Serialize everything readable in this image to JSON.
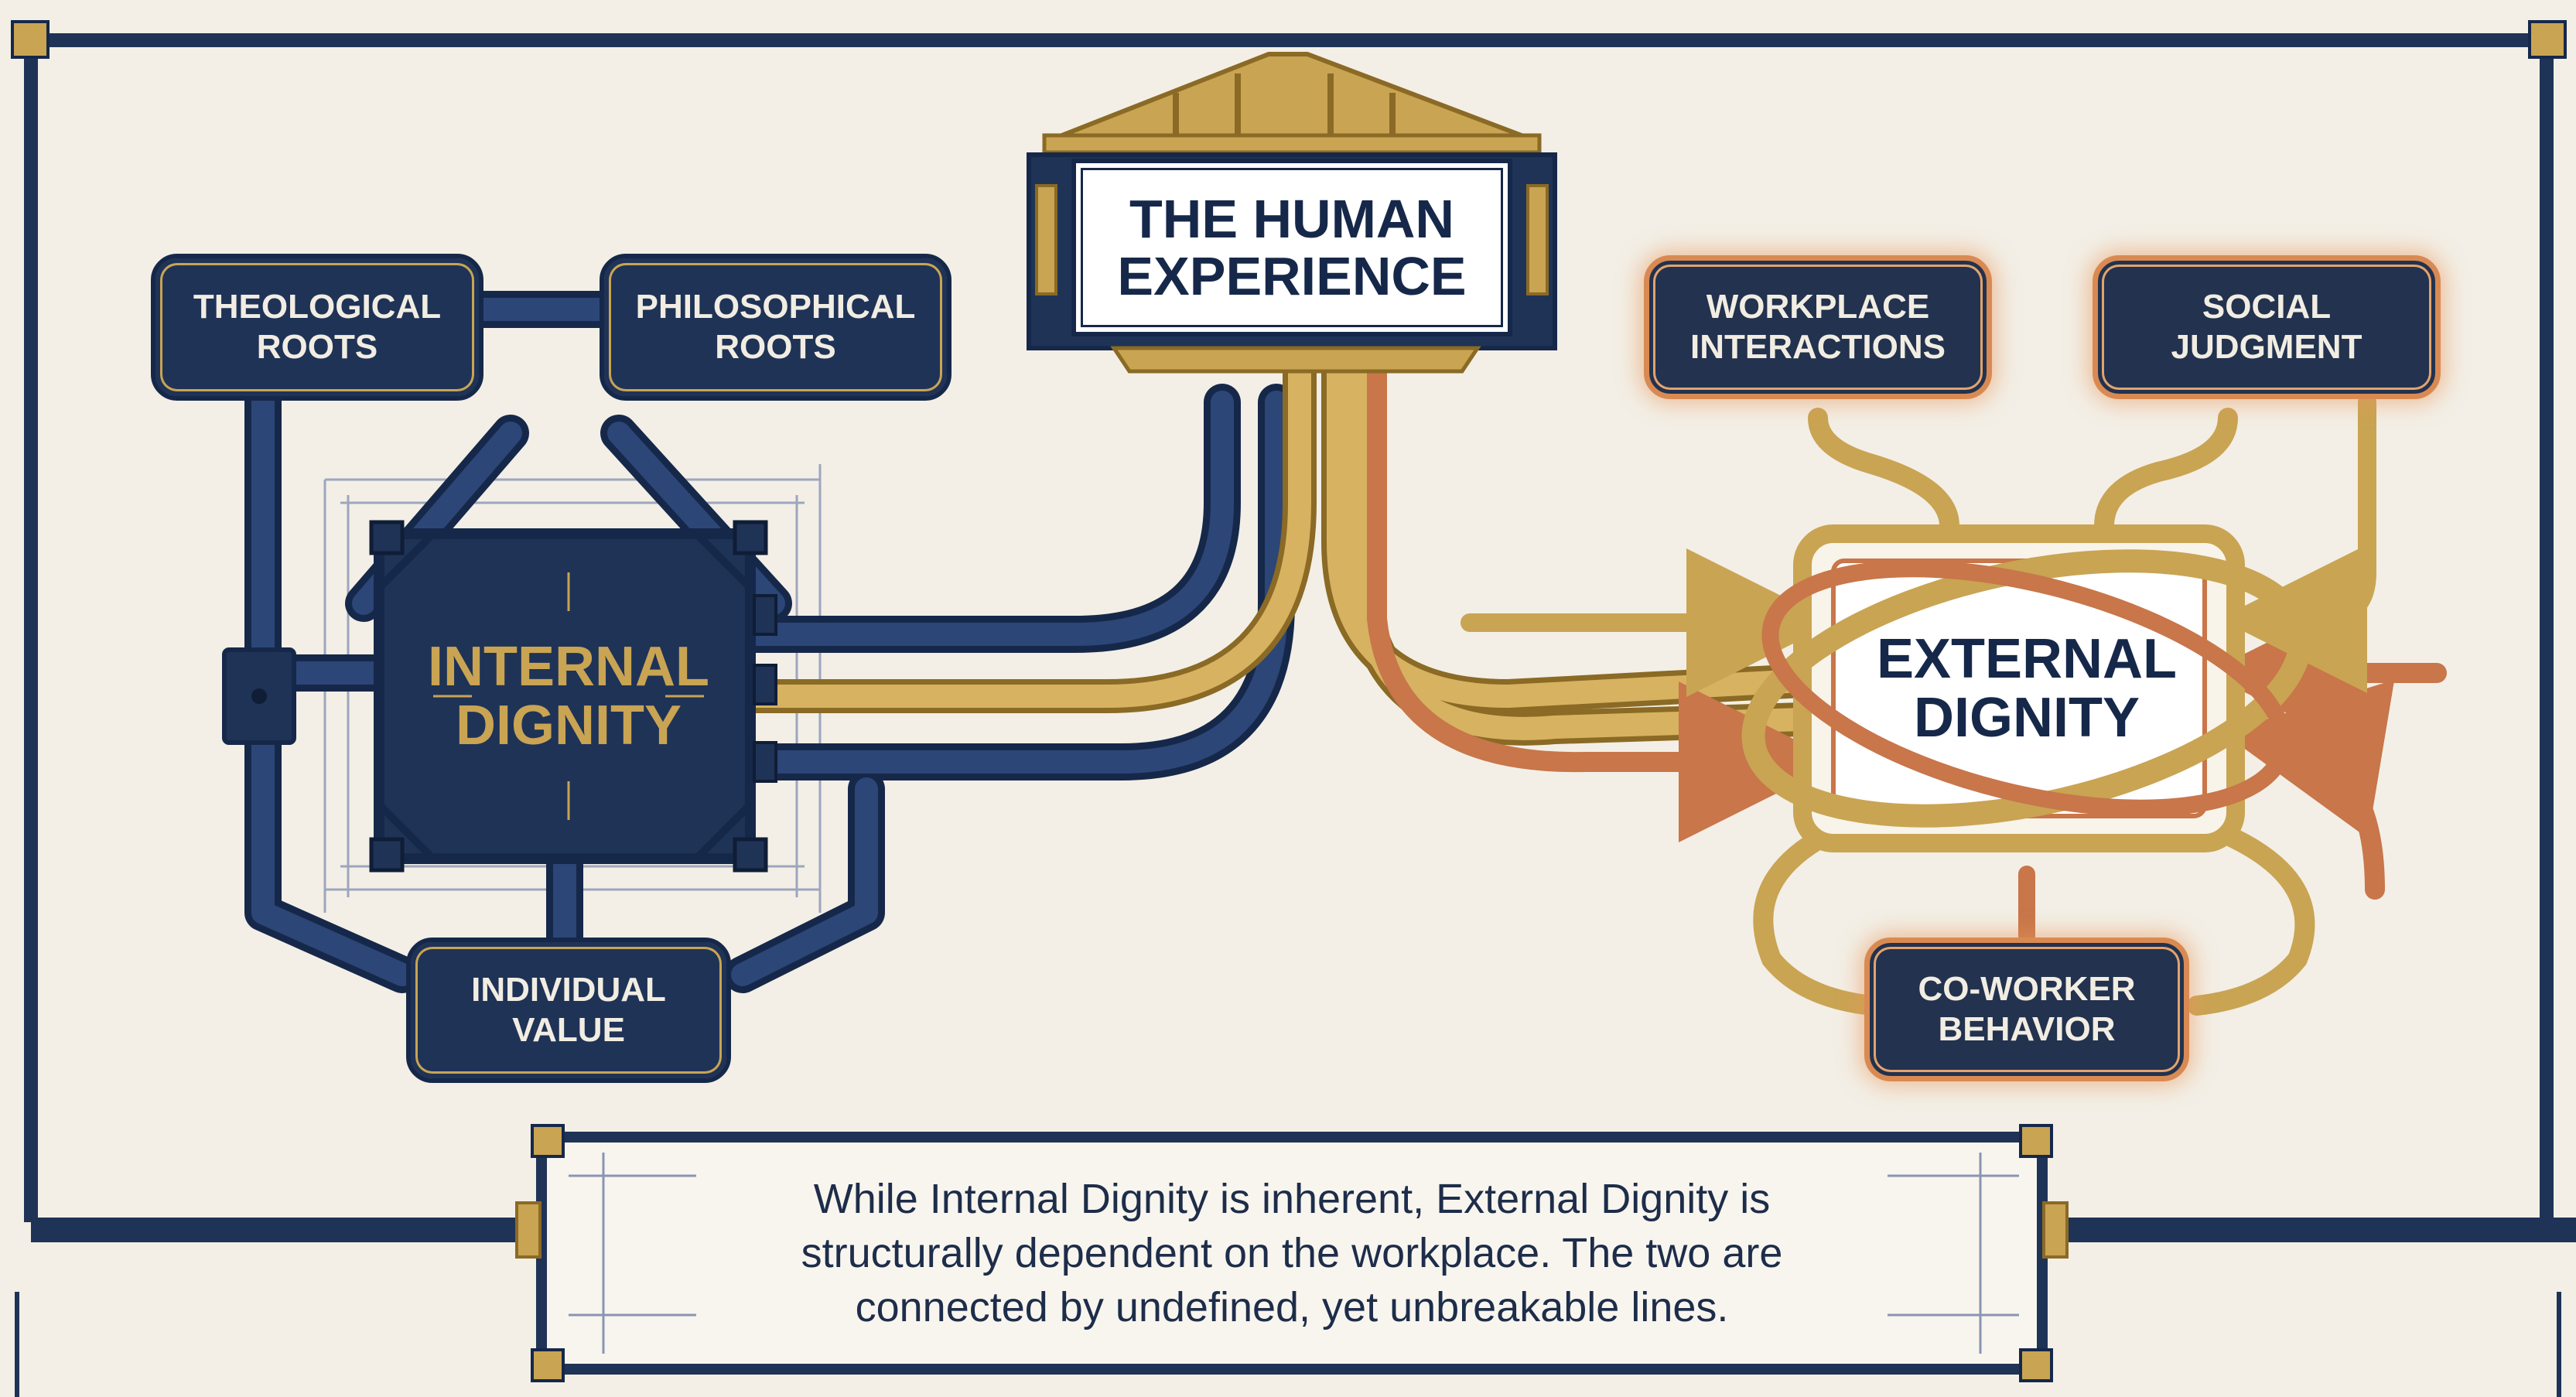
{
  "title": "THE HUMAN\nEXPERIENCE",
  "internal": {
    "center": "INTERNAL\nDIGNITY",
    "nodes": [
      "THEOLOGICAL\nROOTS",
      "PHILOSOPHICAL\nROOTS",
      "INDIVIDUAL\nVALUE"
    ]
  },
  "external": {
    "center": "EXTERNAL\nDIGNITY",
    "nodes": [
      "WORKPLACE\nINTERACTIONS",
      "SOCIAL\nJUDGMENT",
      "CO-WORKER\nBEHAVIOR"
    ]
  },
  "caption": "While Internal Dignity is inherent, External Dignity is\nstructurally dependent on the workplace. The two are\nconnected by undefined, yet unbreakable lines.",
  "colors": {
    "navy": "#1f3357",
    "gold": "#c9a453",
    "copper": "#c8764a",
    "background": "#f3efe6"
  }
}
